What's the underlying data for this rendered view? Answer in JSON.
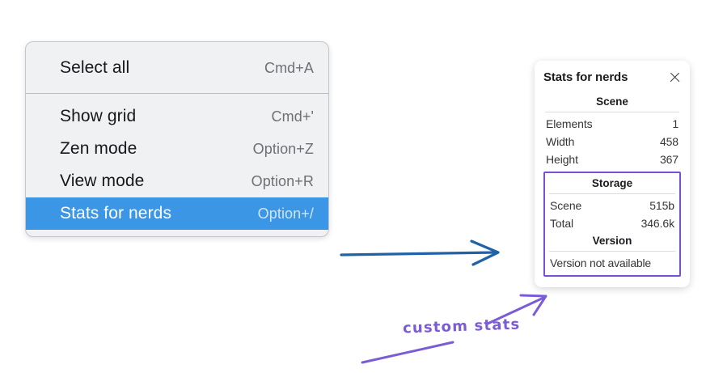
{
  "menu": {
    "groups": [
      {
        "items": [
          {
            "label": "Select all",
            "shortcut": "Cmd+A",
            "selected": false
          }
        ]
      },
      {
        "items": [
          {
            "label": "Show grid",
            "shortcut": "Cmd+'",
            "selected": false
          },
          {
            "label": "Zen mode",
            "shortcut": "Option+Z",
            "selected": false
          },
          {
            "label": "View mode",
            "shortcut": "Option+R",
            "selected": false
          },
          {
            "label": "Stats for nerds",
            "shortcut": "Option+/",
            "selected": true
          }
        ]
      }
    ],
    "highlight_color": "#3b97e6"
  },
  "stats_panel": {
    "title": "Stats for nerds",
    "close_icon": "close-icon",
    "scene": {
      "heading": "Scene",
      "rows": [
        {
          "key": "Elements",
          "value": "1"
        },
        {
          "key": "Width",
          "value": "458"
        },
        {
          "key": "Height",
          "value": "367"
        }
      ]
    },
    "storage": {
      "heading": "Storage",
      "rows": [
        {
          "key": "Scene",
          "value": "515b"
        },
        {
          "key": "Total",
          "value": "346.6k"
        }
      ]
    },
    "version": {
      "heading": "Version",
      "text": "Version not available"
    },
    "custom_region_color": "#7b4fd4"
  },
  "annotations": {
    "custom_stats_label": "custom stats",
    "blue_arrow_color": "#1f62a8",
    "purple_color": "#7b5cd6"
  }
}
